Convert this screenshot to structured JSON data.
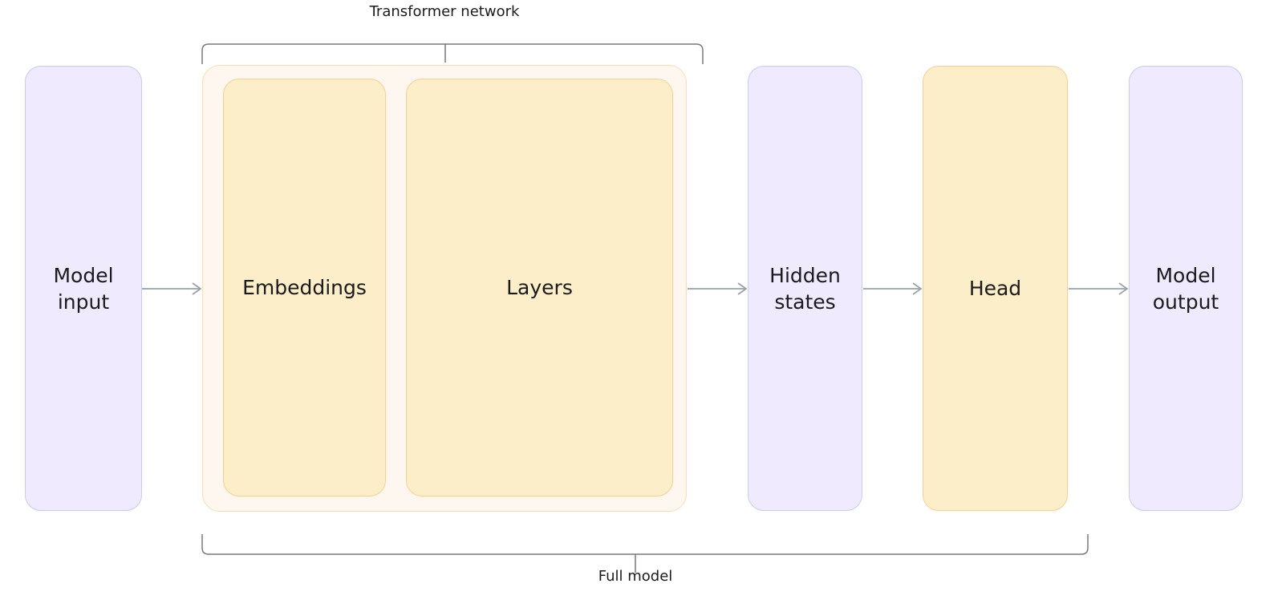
{
  "diagram": {
    "title": "Transformer model architecture pipeline",
    "background_color": "#ffffff",
    "palette": {
      "purple_fill": "#efeafd",
      "purple_stroke": "#c3cdf5",
      "amber_fill": "#fdeeca",
      "amber_stroke": "#f8cf8f",
      "container_fill": "#fdf7ef",
      "container_stroke": "#fbddb1",
      "arrow_color": "#9aa0a6",
      "bracket_color": "#77797c",
      "text_color": "#1b1b1b"
    },
    "nodes": [
      {
        "id": "model-input",
        "label": "Model\ninput",
        "kind": "purple"
      },
      {
        "id": "embeddings",
        "label": "Embeddings",
        "kind": "amber"
      },
      {
        "id": "layers",
        "label": "Layers",
        "kind": "amber"
      },
      {
        "id": "hidden-states",
        "label": "Hidden\nstates",
        "kind": "purple"
      },
      {
        "id": "head",
        "label": "Head",
        "kind": "amber"
      },
      {
        "id": "model-output",
        "label": "Model\noutput",
        "kind": "purple"
      }
    ],
    "containers": [
      {
        "id": "transformer-network-container",
        "contains": [
          "embeddings",
          "layers"
        ]
      }
    ],
    "edges": [
      {
        "from": "model-input",
        "to": "embeddings"
      },
      {
        "from": "layers",
        "to": "hidden-states"
      },
      {
        "from": "hidden-states",
        "to": "head"
      },
      {
        "from": "head",
        "to": "model-output"
      }
    ],
    "brackets": [
      {
        "id": "transformer-network-bracket",
        "label": "Transformer network",
        "position": "top",
        "spans": [
          "embeddings",
          "layers"
        ]
      },
      {
        "id": "full-model-bracket",
        "label": "Full model",
        "position": "bottom",
        "spans": [
          "transformer-network-container",
          "hidden-states",
          "head"
        ]
      }
    ]
  }
}
